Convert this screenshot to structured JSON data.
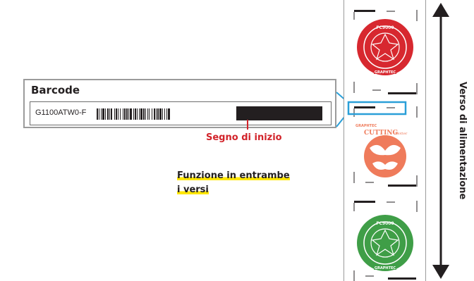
{
  "barcode": {
    "title": "Barcode",
    "code": "G1100ATW0-F"
  },
  "labels": {
    "start_mark": "Segno di inizio",
    "function_line1": "Funzione in entrambe",
    "function_line2": "i versi",
    "feed_direction": "Verso di alimentazione"
  },
  "logos": {
    "top_text": "FC9000",
    "brand": "GRAPHTEC",
    "middle_brand": "GRAPHTEC",
    "middle_title": "CUTTING",
    "middle_sub": "Plotter"
  },
  "colors": {
    "start_label": "#d2232a",
    "highlight": "#ffe600",
    "connector": "#2a9fd8",
    "logo_red": "#d7282f",
    "logo_orange": "#ef7b5b",
    "logo_green": "#3f9e47"
  }
}
